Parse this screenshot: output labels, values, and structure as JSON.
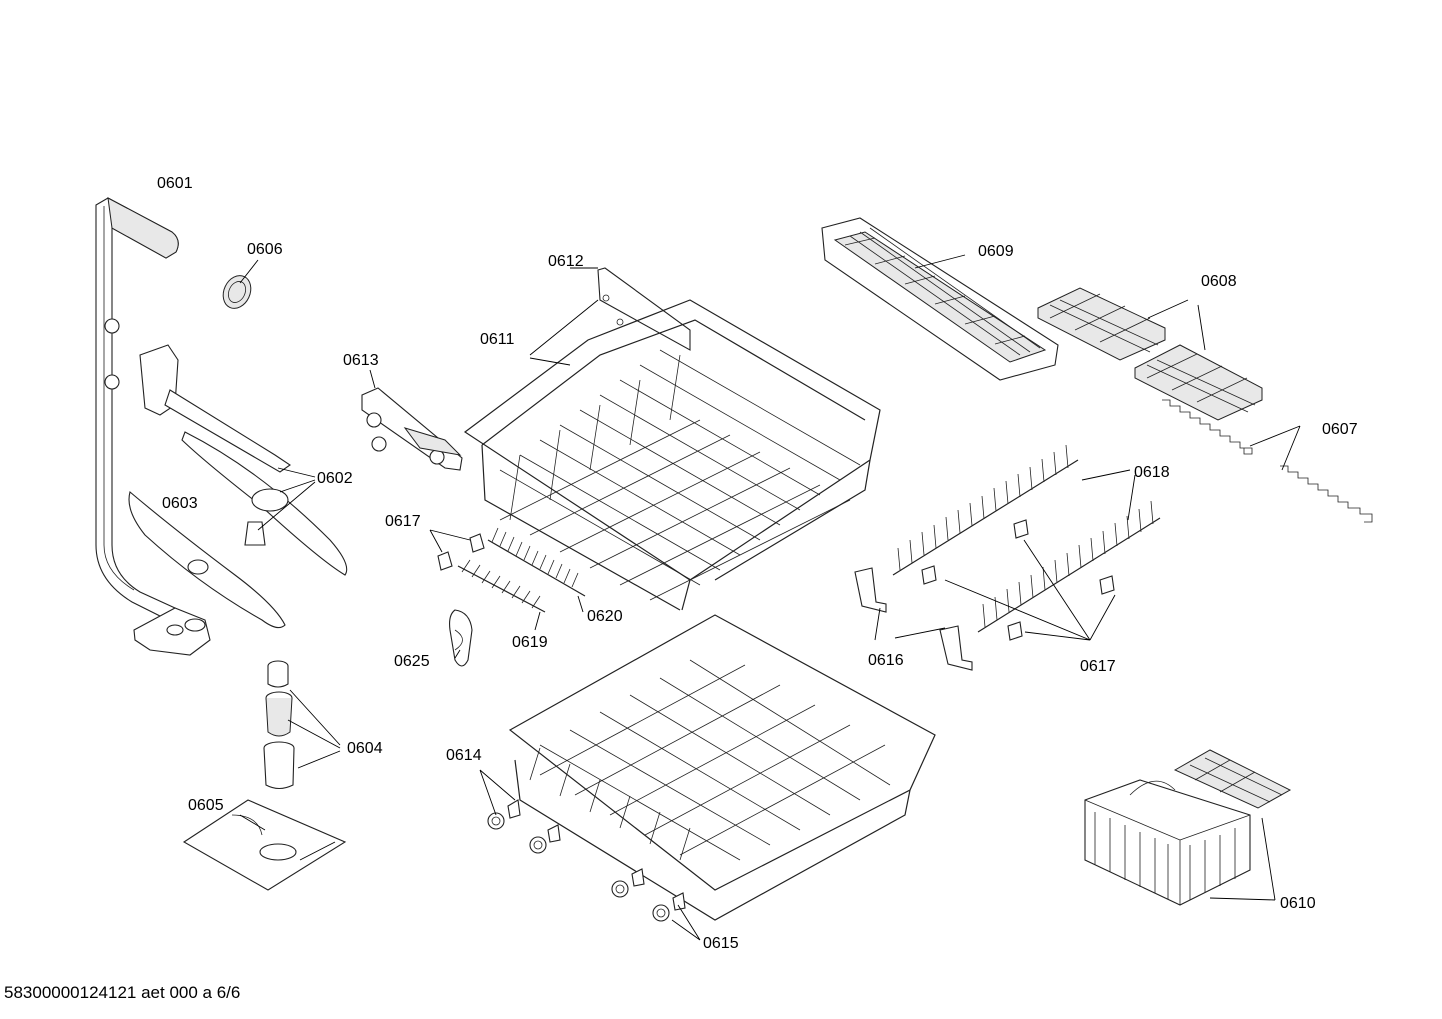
{
  "diagram": {
    "part_labels": {
      "p0601": "0601",
      "p0602": "0602",
      "p0603": "0603",
      "p0604": "0604",
      "p0605": "0605",
      "p0606": "0606",
      "p0607": "0607",
      "p0608": "0608",
      "p0609": "0609",
      "p0610": "0610",
      "p0611": "0611",
      "p0612": "0612",
      "p0613": "0613",
      "p0614": "0614",
      "p0615": "0615",
      "p0616": "0616",
      "p0617a": "0617",
      "p0617b": "0617",
      "p0618": "0618",
      "p0619": "0619",
      "p0620": "0620",
      "p0625": "0625"
    },
    "footer": "58300000124121 aet 000 a 6/6"
  }
}
